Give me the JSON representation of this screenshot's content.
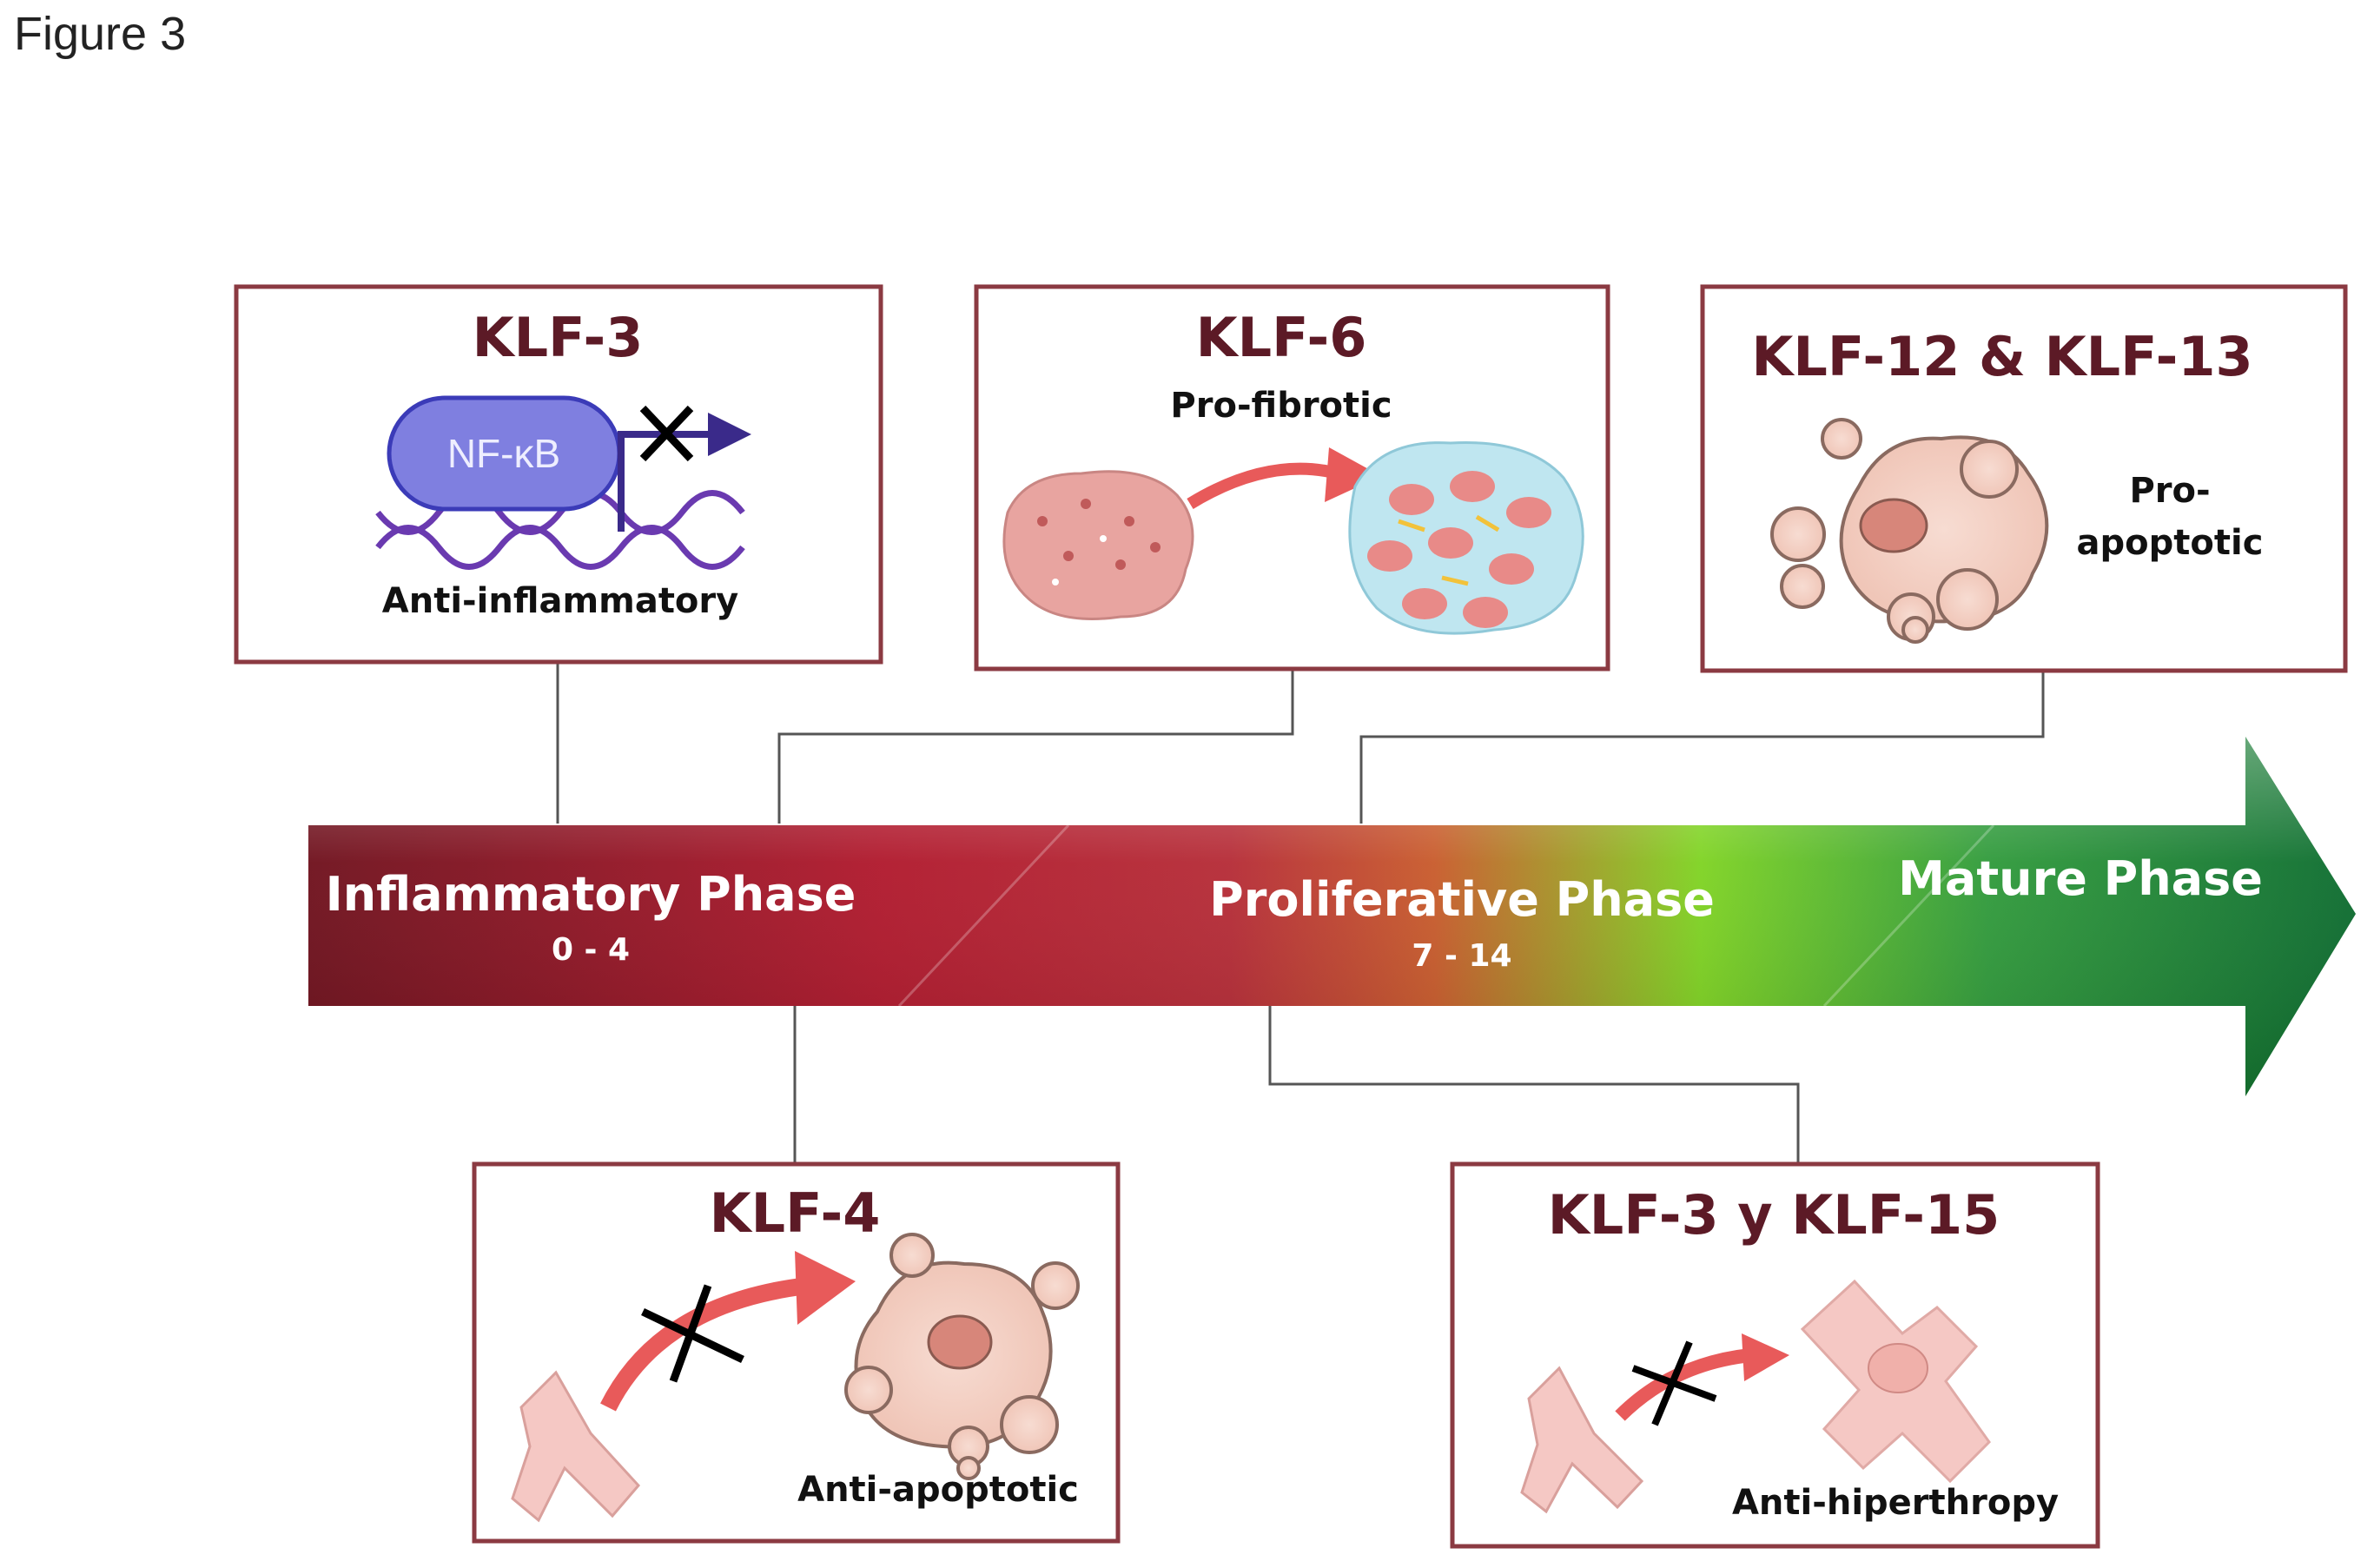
{
  "figure_label": "Figure 3",
  "boxes": {
    "klf3": {
      "title": "KLF-3",
      "subtitle": "Anti-inflammatory",
      "nfkb": "NF-κB"
    },
    "klf6": {
      "title": "KLF-6",
      "subtitle": "Pro-fibrotic"
    },
    "klf12": {
      "title": "KLF-12 & KLF-13",
      "subtitle_line1": "Pro-",
      "subtitle_line2": "apoptotic"
    },
    "klf4": {
      "title": "KLF-4",
      "subtitle": "Anti-apoptotic"
    },
    "klf315": {
      "title": "KLF-3 y KLF-15",
      "subtitle": "Anti-hiperthropy"
    }
  },
  "phases": [
    {
      "name": "Inflammatory Phase",
      "days": "0 - 4"
    },
    {
      "name": "Proliferative Phase",
      "days": "7 - 14"
    },
    {
      "name": "Mature Phase",
      "days": ""
    }
  ],
  "colors": {
    "border": "#8b3a42",
    "title": "#5c1a26",
    "arrow_start": "#7a1220",
    "arrow_mid": "#b3182c",
    "arrow_green": "#7ed321",
    "arrow_end": "#0b6b2e"
  }
}
